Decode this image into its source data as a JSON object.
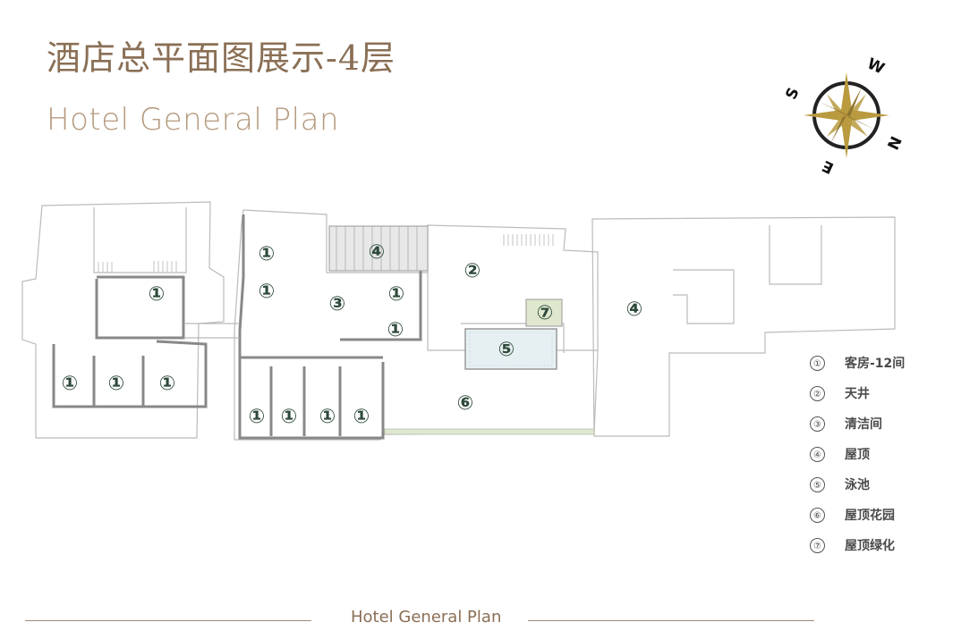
{
  "title": {
    "zh": "酒店总平面图展示-4层",
    "en": "Hotel General Plan"
  },
  "compass": {
    "labels": {
      "w": "W",
      "s": "S",
      "n": "N",
      "e": "E"
    },
    "star_color": "#b99a3f",
    "ring_color": "#222222"
  },
  "plan_labels": [
    {
      "num": "①"
    },
    {
      "num": "①"
    },
    {
      "num": "①"
    },
    {
      "num": "①"
    },
    {
      "num": "①"
    },
    {
      "num": "①"
    },
    {
      "num": "①"
    },
    {
      "num": "①"
    },
    {
      "num": "①"
    },
    {
      "num": "①"
    },
    {
      "num": "①"
    },
    {
      "num": "①"
    },
    {
      "num": "②"
    },
    {
      "num": "③"
    },
    {
      "num": "④"
    },
    {
      "num": "④"
    },
    {
      "num": "⑤"
    },
    {
      "num": "⑥"
    },
    {
      "num": "⑦"
    }
  ],
  "legend": [
    {
      "num": "①",
      "label": "客房-12间"
    },
    {
      "num": "②",
      "label": "天井"
    },
    {
      "num": "③",
      "label": "清洁间"
    },
    {
      "num": "④",
      "label": "屋顶"
    },
    {
      "num": "⑤",
      "label": "泳池"
    },
    {
      "num": "⑥",
      "label": "屋顶花园"
    },
    {
      "num": "⑦",
      "label": "屋顶绿化"
    }
  ],
  "footer": {
    "text": "Hotel General Plan"
  },
  "colors": {
    "title": "#8a6f55",
    "subtitle": "#b59a7f",
    "label_circle": "#2e4a3a",
    "pool": "#e6f0f2",
    "greenery": "#dfe8cf"
  }
}
